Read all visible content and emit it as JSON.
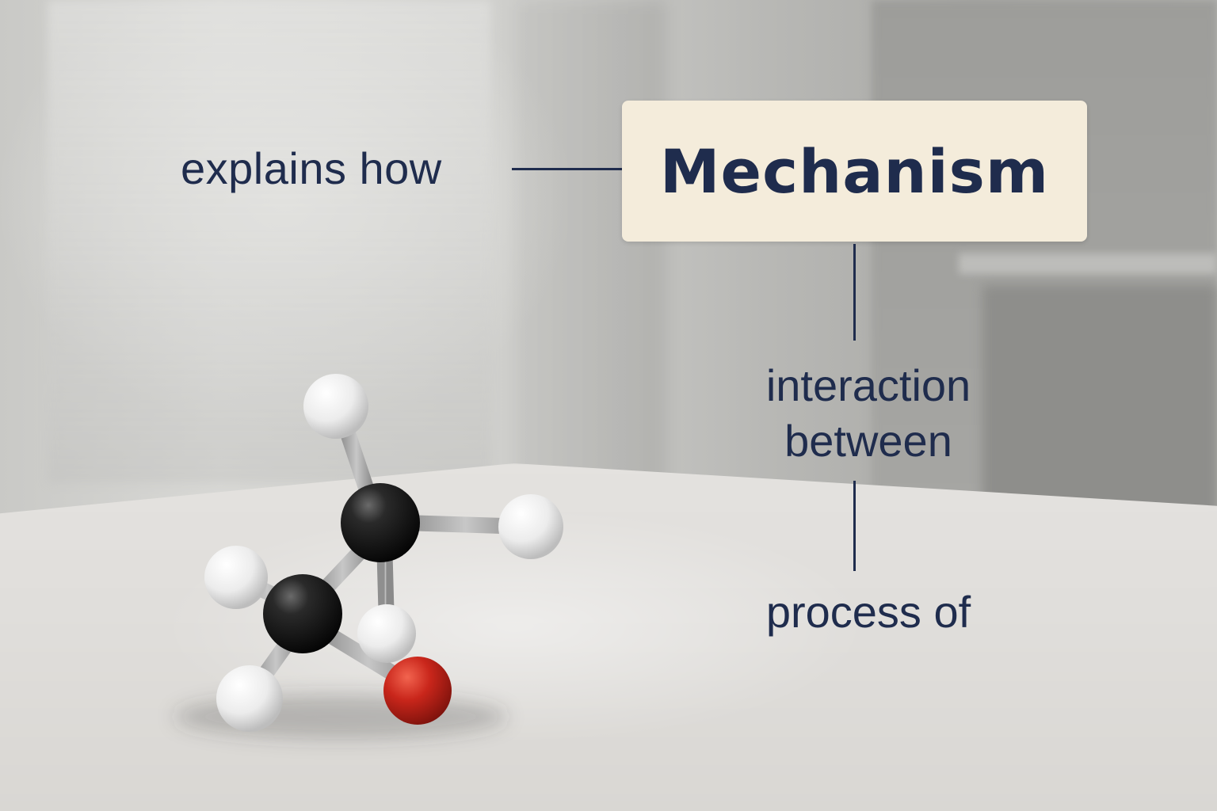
{
  "diagram": {
    "central_node": {
      "label": "Mechanism",
      "fill": "#f4ecdb",
      "text_color": "#1f2c4d"
    },
    "nodes": [
      {
        "id": "explains",
        "label": "explains how"
      },
      {
        "id": "interaction",
        "label": "interaction between"
      },
      {
        "id": "process",
        "label": "process of"
      }
    ],
    "edges": [
      {
        "from": "explains",
        "to": "mechanism"
      },
      {
        "from": "mechanism",
        "to": "interaction"
      },
      {
        "from": "interaction",
        "to": "process"
      }
    ],
    "line_color": "#1f2c4d"
  },
  "illustration": {
    "subject": "ball-and-stick molecular model",
    "atom_colors": {
      "carbon": "#1c1c1c",
      "hydrogen": "#f4f4f4",
      "oxygen": "#c9261b"
    }
  }
}
